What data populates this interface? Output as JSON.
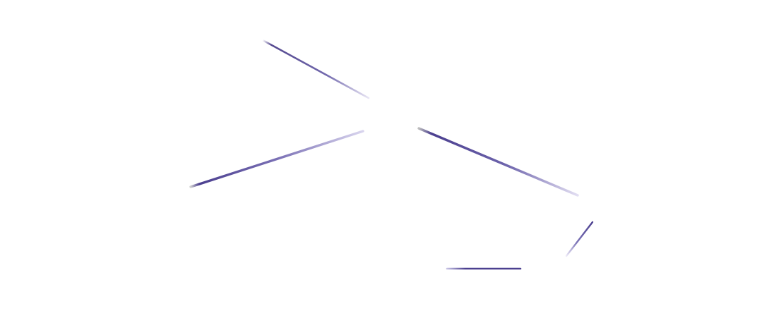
{
  "diagram": {
    "type": "network-edges",
    "background": "#ffffff",
    "edge_color": "#4b3f8f",
    "edge_fade_color": "#c9c4e6",
    "edges": [
      {
        "name": "edge-1",
        "direction": "fade-toward-center"
      },
      {
        "name": "edge-2",
        "direction": "fade-toward-center"
      },
      {
        "name": "edge-3",
        "direction": "fade-toward-right"
      },
      {
        "name": "edge-4",
        "direction": "fade-toward-bottom"
      },
      {
        "name": "edge-5",
        "direction": "solid"
      }
    ]
  }
}
